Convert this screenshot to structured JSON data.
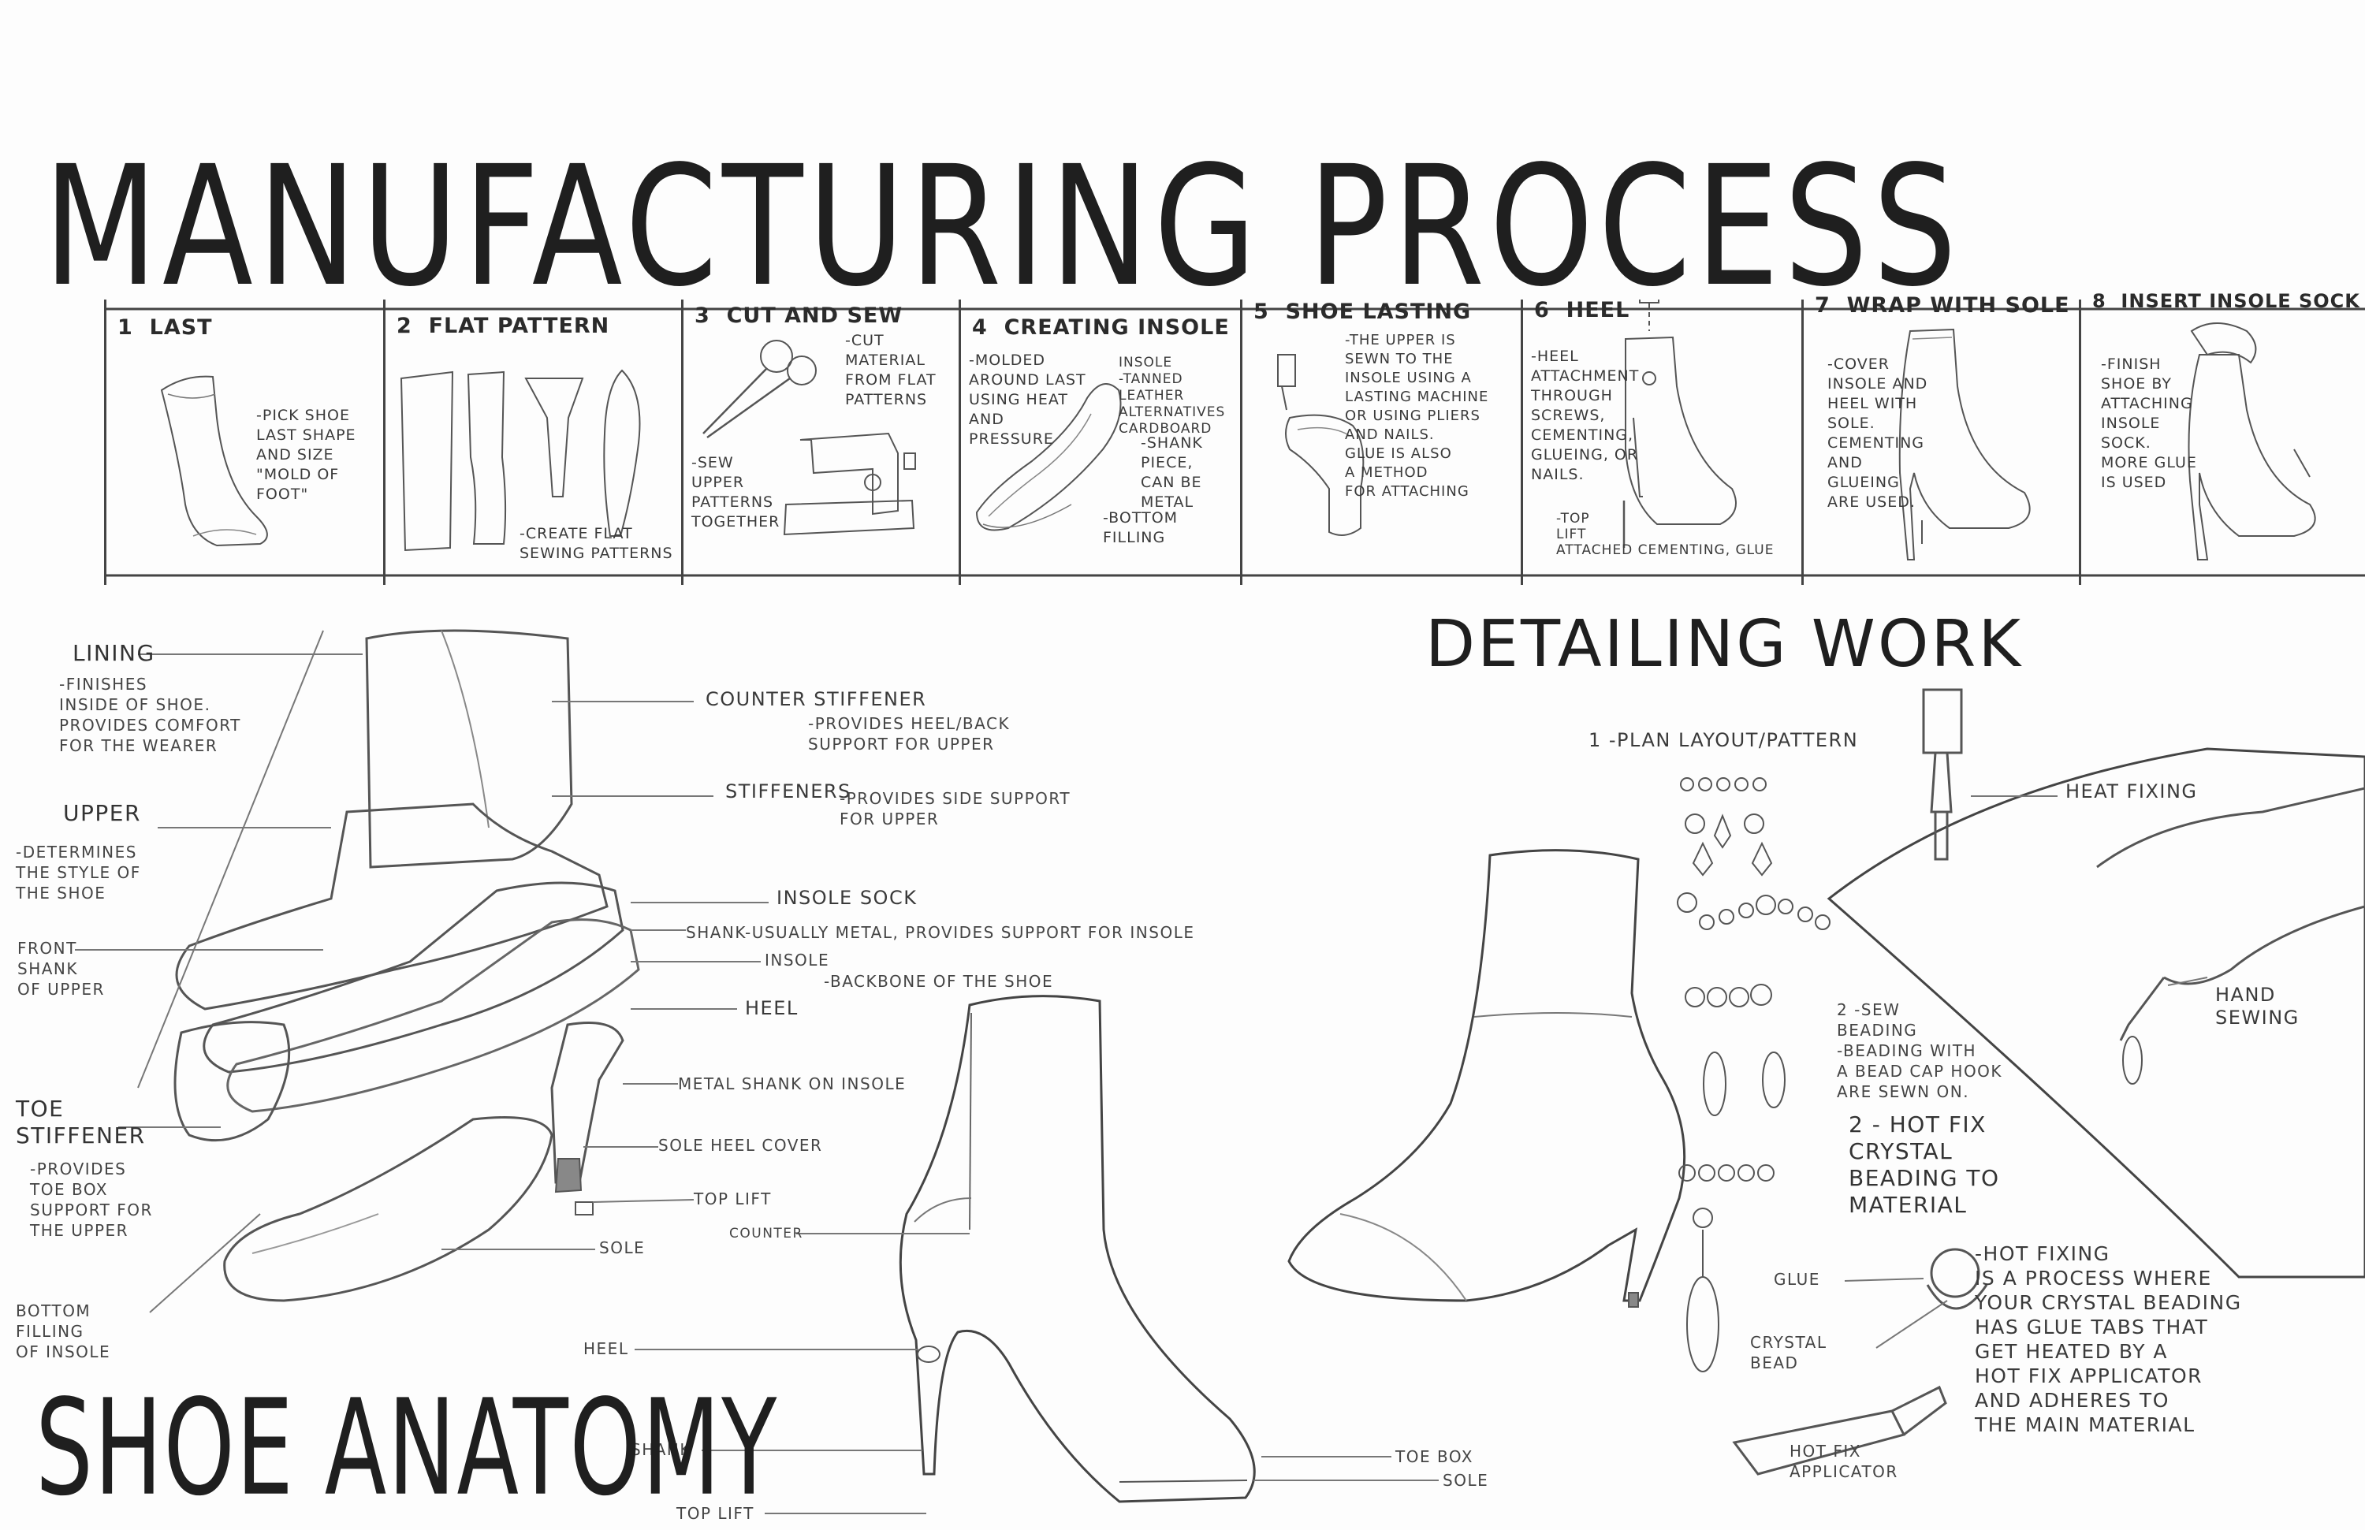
{
  "titles": {
    "main": "MANUFACTURING PROCESS",
    "detailing": "DETAILING WORK",
    "anatomy": "SHOE ANATOMY"
  },
  "process_steps": [
    {
      "num": "1",
      "heading": "LAST",
      "notes": [
        "-PICK SHOE\nLAST SHAPE\nAND SIZE\n\"MOLD OF\nFOOT\""
      ]
    },
    {
      "num": "2",
      "heading": "FLAT PATTERN",
      "notes": [
        "-CREATE FLAT\nSEWING PATTERNS"
      ]
    },
    {
      "num": "3",
      "heading": "CUT AND SEW",
      "notes": [
        "-CUT\nMATERIAL\nFROM FLAT\nPATTERNS",
        "-SEW\nUPPER\nPATTERNS\nTOGETHER"
      ]
    },
    {
      "num": "4",
      "heading": "CREATING INSOLE",
      "notes": [
        "-MOLDED\nAROUND LAST\nUSING HEAT\nAND\nPRESSURE",
        "INSOLE\n-TANNED\nLEATHER\nALTERNATIVES\nCARDBOARD",
        "-SHANK\nPIECE,\nCAN BE\nMETAL",
        "-BOTTOM\nFILLING"
      ]
    },
    {
      "num": "5",
      "heading": "SHOE LASTING",
      "notes": [
        "-THE UPPER IS\nSEWN TO THE\nINSOLE USING A\nLASTING MACHINE\nOR USING PLIERS\nAND NAILS.\nGLUE IS ALSO\nA METHOD\nFOR ATTACHING"
      ]
    },
    {
      "num": "6",
      "heading": "HEEL",
      "notes": [
        "-HEEL\nATTACHMENT\nTHROUGH\nSCREWS,\nCEMENTING,\nGLUEING, OR\nNAILS.",
        "-TOP\nLIFT\nATTACHED CEMENTING, GLUE"
      ]
    },
    {
      "num": "7",
      "heading": "WRAP WITH SOLE",
      "notes": [
        "-COVER\nINSOLE AND\nHEEL WITH\nSOLE.\nCEMENTING\nAND\nGLUEING\nARE USED."
      ]
    },
    {
      "num": "8",
      "heading": "INSERT INSOLE SOCK",
      "notes": [
        "-FINISH\nSHOE BY\nATTACHING\nINSOLE\nSOCK.\nMORE GLUE\nIS USED"
      ]
    }
  ],
  "anatomy_labels": {
    "lining": "LINING",
    "lining_desc": "-FINISHES\nINSIDE OF SHOE.\nPROVIDES COMFORT\nFOR THE WEARER",
    "upper": "UPPER",
    "upper_desc": "-DETERMINES\nTHE STYLE OF\nTHE SHOE",
    "front_shank": "FRONT\nSHANK\nOF UPPER",
    "toe_stiffener": "TOE\nSTIFFENER",
    "toe_stiffener_desc": "-PROVIDES\nTOE BOX\nSUPPORT FOR\nTHE UPPER",
    "bottom_filling": "BOTTOM\nFILLING\nOF INSOLE",
    "counter_stiffener": "COUNTER STIFFENER",
    "counter_stiffener_desc": "-PROVIDES HEEL/BACK\nSUPPORT FOR UPPER",
    "stiffeners": "STIFFENERS",
    "stiffeners_desc": "-PROVIDES SIDE SUPPORT\nFOR UPPER",
    "insole_sock": "INSOLE SOCK",
    "shank": "SHANK",
    "shank_desc": "-USUALLY METAL, PROVIDES SUPPORT FOR INSOLE",
    "insole": "INSOLE",
    "insole_desc": "-BACKBONE OF THE SHOE",
    "heel": "HEEL",
    "metal_shank": "METAL SHANK ON INSOLE",
    "sole_heel_cover": "SOLE HEEL COVER",
    "top_lift": "TOP LIFT",
    "sole": "SOLE",
    "boot_counter": "COUNTER",
    "boot_heel": "HEEL",
    "boot_shank": "SHANK",
    "boot_top_lift": "TOP LIFT",
    "boot_toe_box": "TOE BOX",
    "boot_sole": "SOLE"
  },
  "detailing_labels": {
    "step1": "1 -PLAN LAYOUT/PATTERN",
    "step2": "2 -SEW\nBEADING\n-BEADING WITH\nA BEAD CAP HOOK\nARE SEWN ON.",
    "step3": "2 - HOT FIX\nCRYSTAL\nBEADING TO\nMATERIAL",
    "heat_fixing": "HEAT FIXING",
    "hand_sewing": "HAND\nSEWING",
    "glue": "GLUE",
    "crystal_bead": "CRYSTAL\nBEAD",
    "hot_fix_applicator": "HOT FIX\nAPPLICATOR",
    "hot_fixing_desc": "-HOT FIXING\nIS A PROCESS WHERE\nYOUR CRYSTAL BEADING\nHAS GLUE TABS THAT\nGET HEATED BY A\nHOT FIX APPLICATOR\nAND ADHERES TO\nTHE MAIN MATERIAL"
  }
}
